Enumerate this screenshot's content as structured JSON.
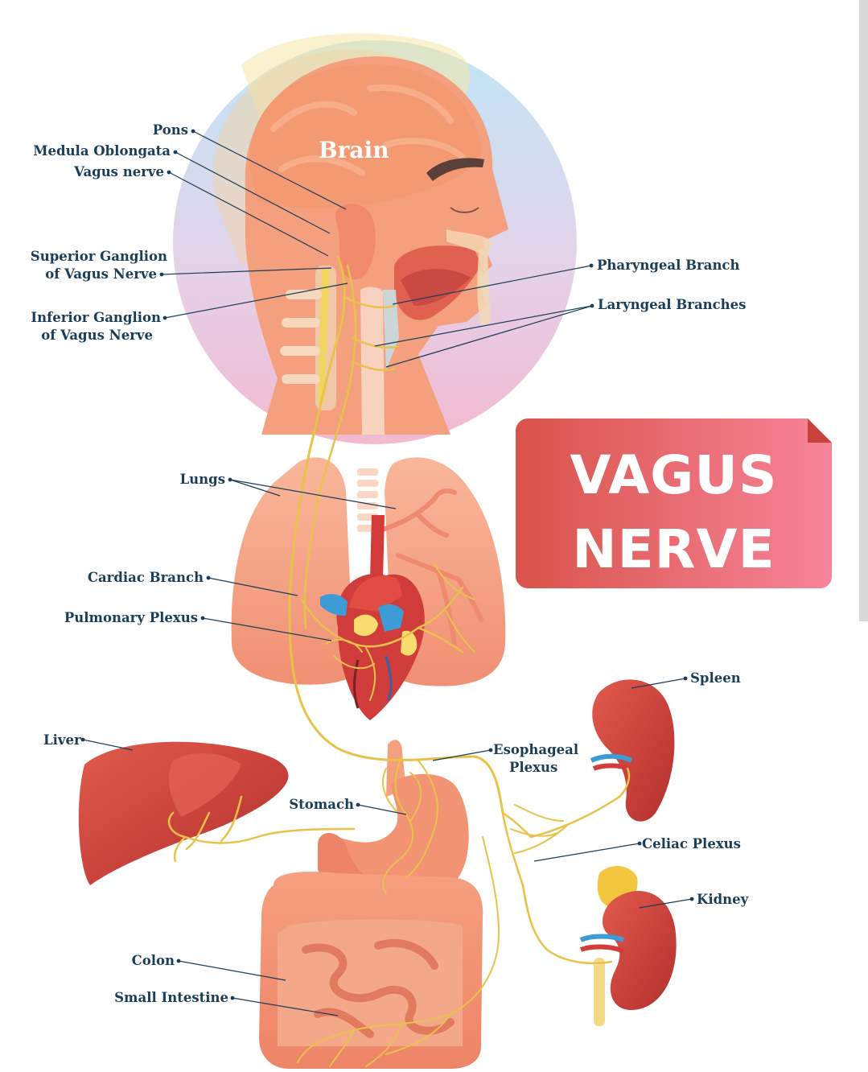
{
  "title": {
    "line1": "VAGUS",
    "line2": "NERVE"
  },
  "brain_label": "Brain",
  "labels": {
    "pons": "Pons",
    "medulla": "Medula Oblongata",
    "vagus_nerve": "Vagus nerve",
    "superior_ganglion_1": "Superior Ganglion",
    "superior_ganglion_2": "of Vagus Nerve",
    "inferior_ganglion_1": "Inferior Ganglion",
    "inferior_ganglion_2": "of Vagus Nerve",
    "pharyngeal_branch": "Pharyngeal Branch",
    "laryngeal_branches": "Laryngeal Branches",
    "lungs": "Lungs",
    "cardiac_branch": "Cardiac Branch",
    "pulmonary_plexus": "Pulmonary Plexus",
    "spleen": "Spleen",
    "liver": "Liver",
    "esophageal_plexus_1": "Esophageal",
    "esophageal_plexus_2": "Plexus",
    "stomach": "Stomach",
    "celiac_plexus": "Celiac Plexus",
    "kidney": "Kidney",
    "colon": "Colon",
    "small_intestine": "Small Intestine"
  },
  "colors": {
    "label_text": "#1b3d58",
    "leader_line": "#1b3d58",
    "nerve": "#e8c24a",
    "title_card_left": "#d9534a",
    "title_card_right": "#f7849a",
    "skin": "#f4a07e",
    "organ_red": "#c93a36"
  }
}
